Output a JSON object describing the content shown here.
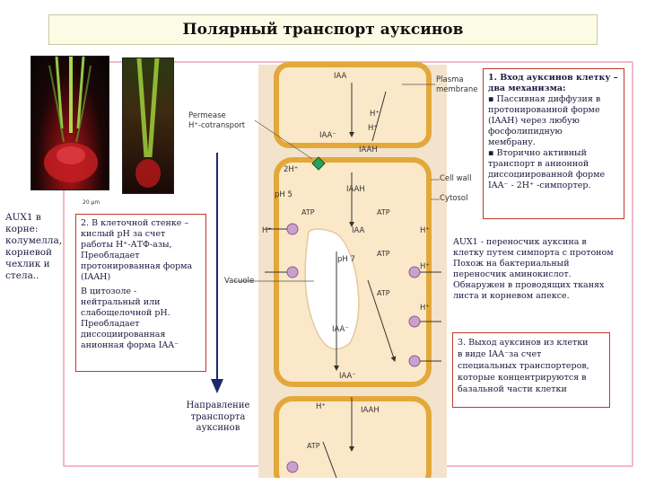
{
  "title": "Полярный транспорт ауксинов",
  "photo_scale": "20 µm",
  "aux_side": [
    "AUX1 в",
    "корне:",
    "колумелла,",
    "корневой",
    "чехлик и",
    "стела.."
  ],
  "box1": {
    "heading": "1. Вход ауксинов клетку – два механизма:",
    "lines": [
      "▪ Пассивная диффузия в",
      "протонированной форме",
      "(IAAH) через любую",
      "фосфолипидную",
      "мембрану.",
      "▪ Вторично активный",
      "транспорт в анионной",
      "диссоциированной форме",
      "IAA⁻ - 2H⁺ -симпортер."
    ]
  },
  "box2": {
    "lines_a": [
      "2. В клеточной стенке –",
      "кислый рН за счет",
      "работы Н⁺-АТФ-азы,",
      "Преобладает",
      "протонированная форма",
      "(IAAH)"
    ],
    "lines_b": [
      "В цитозоле -",
      "нейтральный или",
      "слабощелочной рН.",
      "Преобладает",
      "диссоциированная",
      "анионная форма  IAA⁻"
    ]
  },
  "aux1_note": {
    "lines": [
      "AUX1 - переносчик ауксина в",
      "клетку путем симпорта с протоном",
      "Похож на бактериальный",
      "переносчик аминокислот.",
      "Обнаружен в проводящих тканях",
      "листа и корневом апексе."
    ]
  },
  "box3": {
    "lines": [
      "3. Выход ауксинов из клетки",
      "в виде IAA⁻за счет",
      "специальных  транспортеров,",
      "которые концентрируются в",
      "базальной части  клетки"
    ]
  },
  "direction_label": [
    "Направление",
    "транспорта",
    "ауксинов"
  ],
  "diagram": {
    "plasma_membrane": [
      "Plasma",
      "membrane"
    ],
    "permease": [
      "Permease",
      "H⁺-cotransport"
    ],
    "cell_wall": "Cell wall",
    "cytosol": "Cytosol",
    "vacuole": "Vacuole",
    "ph5": "pH 5",
    "ph7": "pH 7",
    "iaa": "IAA",
    "iaa_minus": "IAA⁻",
    "iaah": "IAAH",
    "h_plus": "H⁺",
    "two_h_plus": "2H⁺",
    "atp": "ATP"
  },
  "colors": {
    "frame": "#f2b8c6",
    "title_bg": "#fcfce6",
    "box_border": "#c0392b",
    "cell_fill": "#fbe8c8",
    "membrane": "#e3a83a",
    "pump": "#c9a1cc",
    "permease": "#27a35b"
  }
}
